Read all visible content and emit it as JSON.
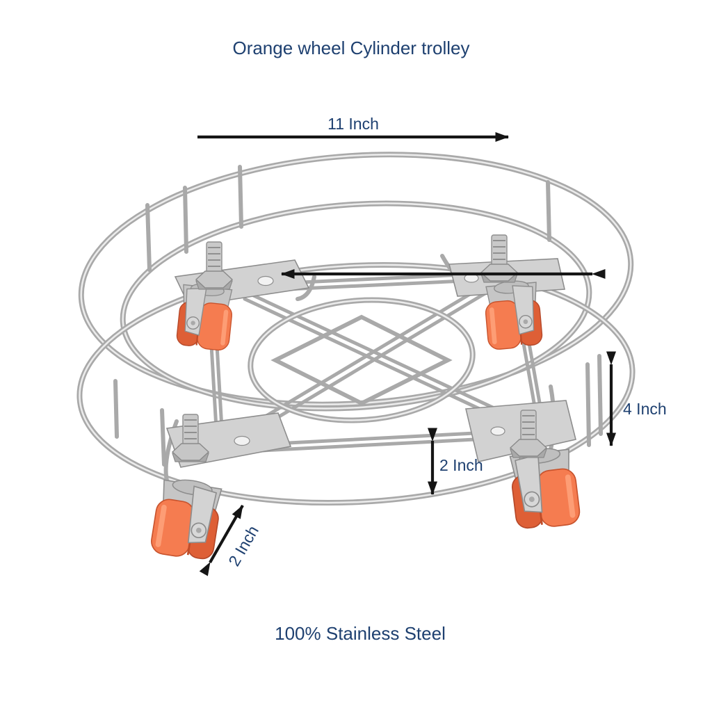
{
  "title": "Orange wheel Cylinder trolley",
  "footer": "100% Stainless Steel",
  "annotations": {
    "diameter": "11 Inch",
    "frame_height": "4 Inch",
    "base_clearance": "2 Inch",
    "wheel_diameter": "2 Inch"
  },
  "colors": {
    "label_text": "#1e4070",
    "arrow": "#151515",
    "steel": "#a9a9a9",
    "steel_light": "#ebebeb",
    "steel_dark": "#8d8d8d",
    "silver": "#d2d2d2",
    "wheel_orange": "#f57c50",
    "wheel_orange_dark": "#de5f36",
    "wheel_highlight": "#ffa57e",
    "background": "#ffffff"
  }
}
